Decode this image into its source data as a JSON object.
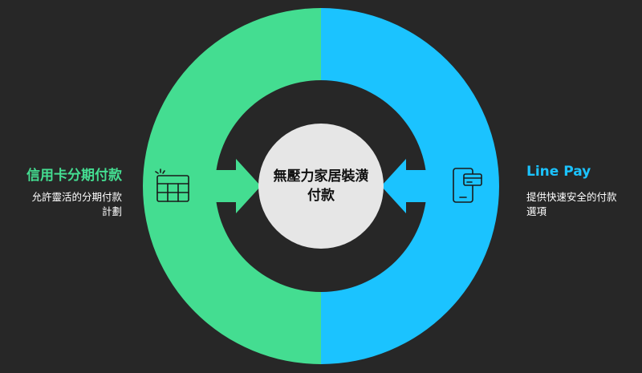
{
  "center": {
    "line1": "無壓力家居裝潢",
    "line2": "付款"
  },
  "left": {
    "title": "信用卡分期付款",
    "desc_line1": "允許靈活的分期付款",
    "desc_line2": "計劃",
    "icon": "installment-calendar-icon"
  },
  "right": {
    "title": "Line Pay",
    "desc_line1": "提供快速安全的付款",
    "desc_line2": "選項",
    "icon": "mobile-payment-icon"
  },
  "colors": {
    "background": "#272727",
    "green": "#44DD91",
    "blue": "#1BC3FF",
    "center_fill": "#E6E6E6",
    "icon_stroke": "#1a1a1a"
  }
}
